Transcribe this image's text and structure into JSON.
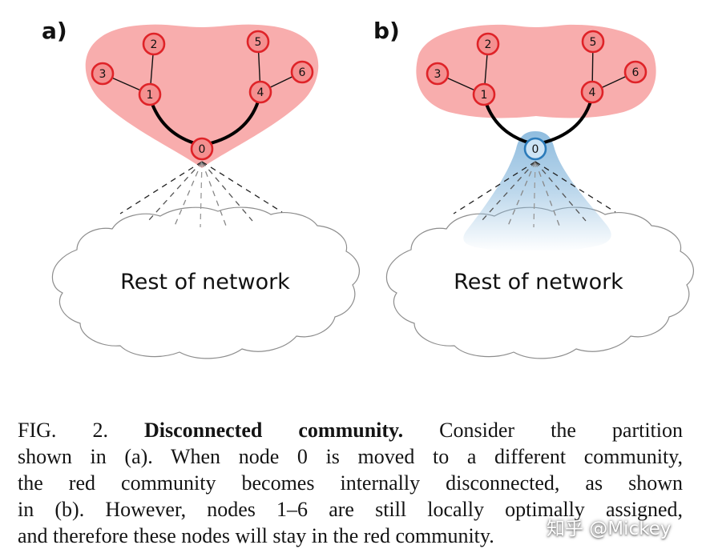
{
  "panels": {
    "a": {
      "label": "a)",
      "nodes": [
        "0",
        "1",
        "2",
        "3",
        "4",
        "5",
        "6"
      ],
      "rest_of_network": "Rest of network"
    },
    "b": {
      "label": "b)",
      "nodes": [
        "0",
        "1",
        "2",
        "3",
        "4",
        "5",
        "6"
      ],
      "rest_of_network": "Rest of network"
    }
  },
  "caption": {
    "fig_label": "FIG. 2.",
    "title_bold": "Disconnected community.",
    "line1_rest": "Consider the partition",
    "lines": [
      "shown in (a). When node 0 is moved to a different community,",
      "the red community becomes internally disconnected, as shown",
      "in (b). However, nodes 1–6 are still locally optimally assigned,",
      "and therefore these nodes will stay in the red community."
    ]
  },
  "watermark": "知乎 @Mickey",
  "colors": {
    "community_red": "#f8adad",
    "node_red_fill": "#f49090",
    "node_red_stroke": "#df2328",
    "node_blue_fill": "#cde4f5",
    "node_blue_stroke": "#2b7bba",
    "community_blue": "#86b7dc",
    "cloud_stroke": "#8d8d8d",
    "edge_color": "#111111"
  }
}
